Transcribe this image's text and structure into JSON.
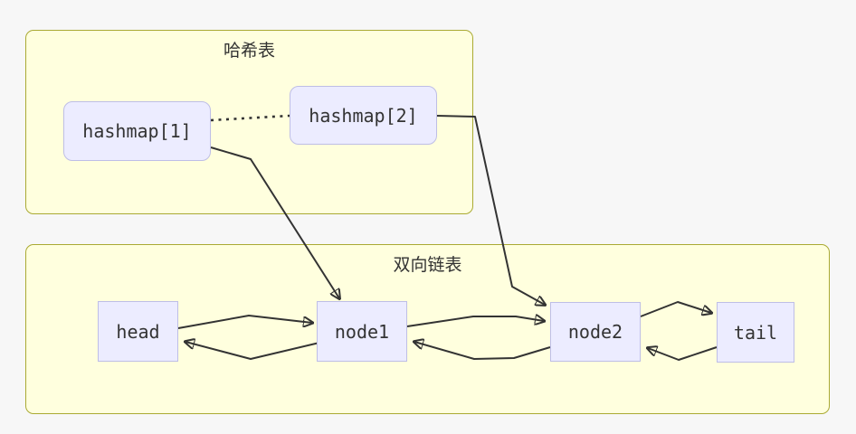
{
  "diagram": {
    "type": "flowchart",
    "clusters": [
      {
        "id": "hash-table",
        "title": "哈希表"
      },
      {
        "id": "doubly-linked-list",
        "title": "双向链表"
      }
    ],
    "nodes": [
      {
        "id": "hashmap1",
        "label": "hashmap[1]",
        "shape": "rounded",
        "cluster": "hash-table"
      },
      {
        "id": "hashmap2",
        "label": "hashmap[2]",
        "shape": "rounded",
        "cluster": "hash-table"
      },
      {
        "id": "head",
        "label": "head",
        "shape": "square",
        "cluster": "doubly-linked-list"
      },
      {
        "id": "node1",
        "label": "node1",
        "shape": "square",
        "cluster": "doubly-linked-list"
      },
      {
        "id": "node2",
        "label": "node2",
        "shape": "square",
        "cluster": "doubly-linked-list"
      },
      {
        "id": "tail",
        "label": "tail",
        "shape": "square",
        "cluster": "doubly-linked-list"
      }
    ],
    "edges": [
      {
        "from": "hashmap1",
        "to": "hashmap2",
        "style": "dotted",
        "arrow": false
      },
      {
        "from": "hashmap1",
        "to": "node1",
        "style": "solid",
        "arrow": true
      },
      {
        "from": "hashmap2",
        "to": "node2",
        "style": "solid",
        "arrow": true
      },
      {
        "from": "head",
        "to": "node1",
        "style": "solid",
        "arrow": true
      },
      {
        "from": "node1",
        "to": "head",
        "style": "solid",
        "arrow": true
      },
      {
        "from": "node1",
        "to": "node2",
        "style": "solid",
        "arrow": true
      },
      {
        "from": "node2",
        "to": "node1",
        "style": "solid",
        "arrow": true
      },
      {
        "from": "node2",
        "to": "tail",
        "style": "solid",
        "arrow": true
      },
      {
        "from": "tail",
        "to": "node2",
        "style": "solid",
        "arrow": true
      }
    ],
    "colors": {
      "background": "#f7f7f7",
      "cluster_fill": "#ffffde",
      "cluster_border": "#aaaa33",
      "node_fill": "#ECECFF",
      "node_border": "#bebee6",
      "edge": "#333333",
      "text": "#333333"
    }
  }
}
